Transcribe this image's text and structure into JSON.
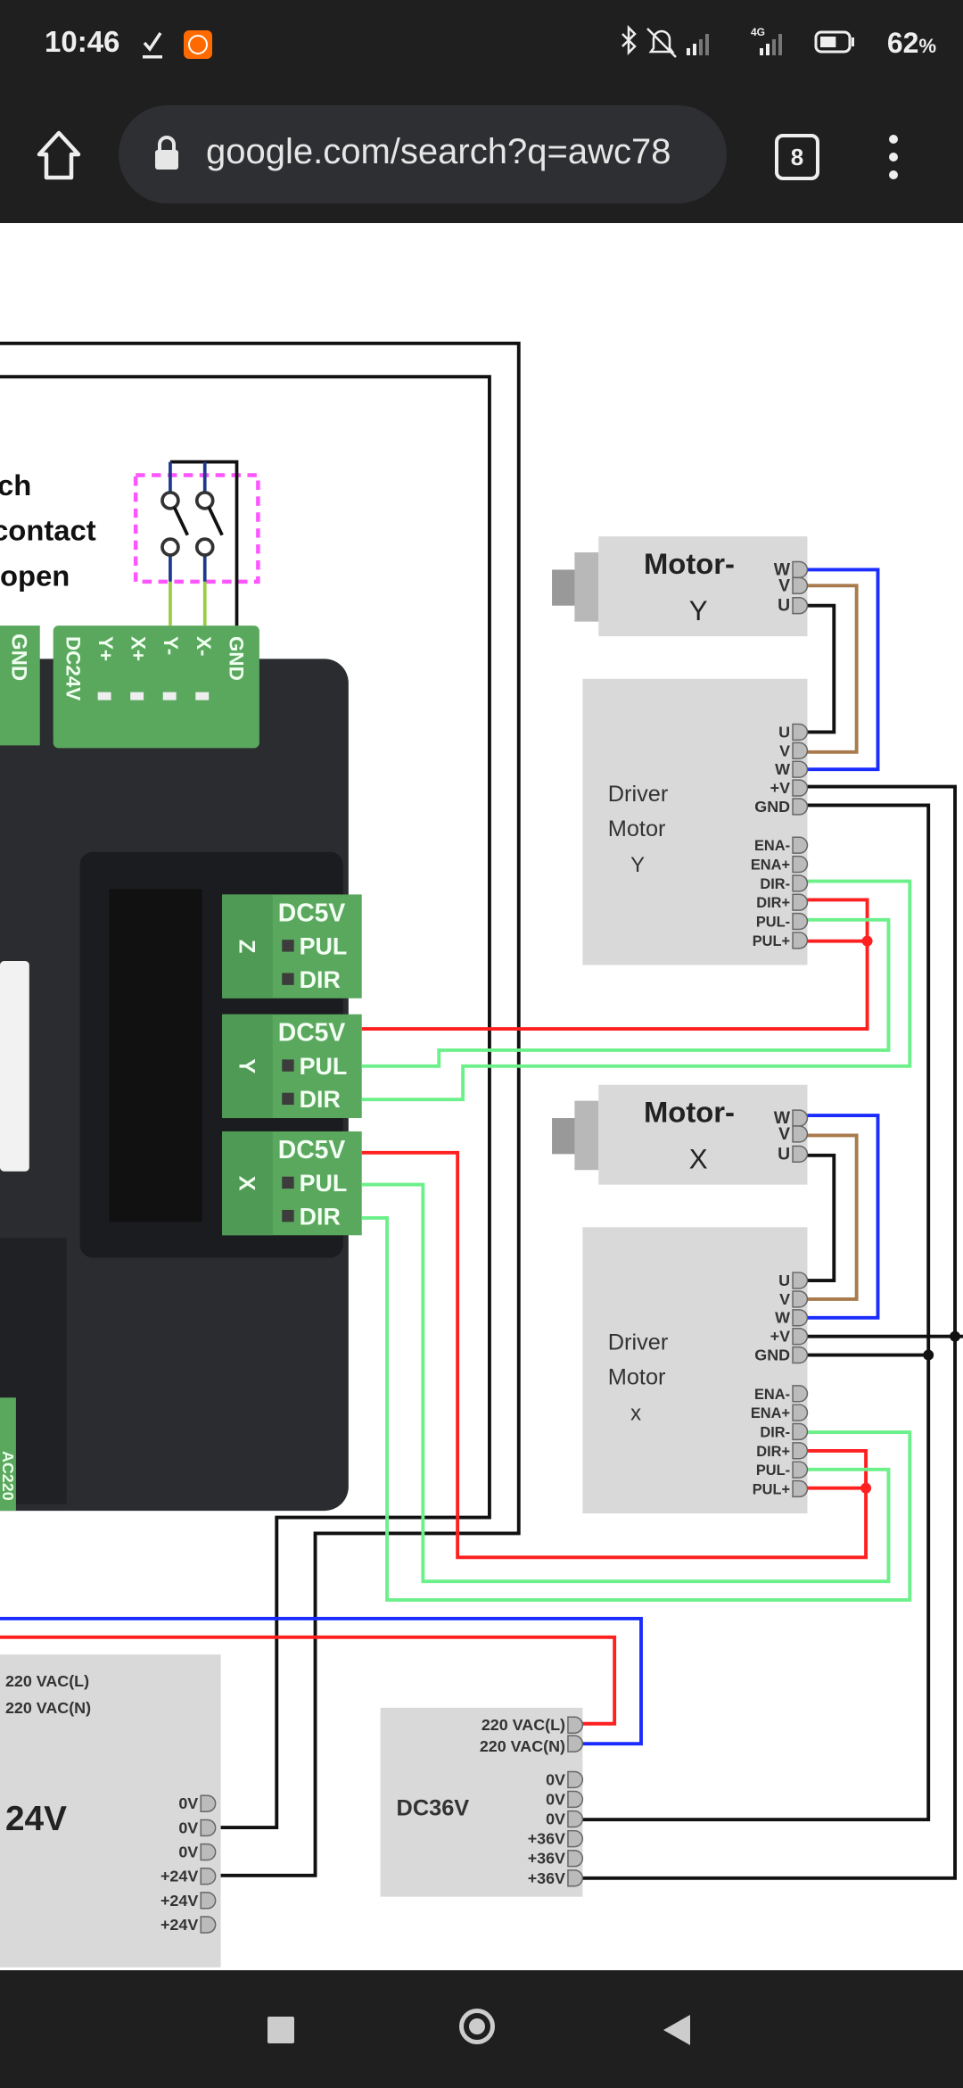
{
  "status_bar": {
    "time": "10:46",
    "battery_percent": "62",
    "battery_suffix": "%",
    "network": "4G",
    "battery_level": 0.62
  },
  "browser": {
    "url": "google.com/search?q=awc78",
    "tab_count": "8"
  },
  "diagram": {
    "left_text": [
      "ch",
      "contact",
      "open"
    ],
    "top_terminal_labels": [
      "DC24V",
      "Y+",
      "X+",
      "Y-",
      "X-",
      "GND"
    ],
    "left_partial_terminal": "GND",
    "bottom_left_terminal": "AC220",
    "axis_connectors": [
      {
        "axis": "Z",
        "pins": [
          "DC5V",
          "PUL",
          "DIR"
        ]
      },
      {
        "axis": "Y",
        "pins": [
          "DC5V",
          "PUL",
          "DIR"
        ]
      },
      {
        "axis": "X",
        "pins": [
          "DC5V",
          "PUL",
          "DIR"
        ]
      }
    ],
    "motor_y": {
      "title": "Motor-",
      "axis": "Y",
      "pins": [
        "W",
        "V",
        "U"
      ]
    },
    "motor_x": {
      "title": "Motor-",
      "axis": "X",
      "pins": [
        "W",
        "V",
        "U"
      ]
    },
    "driver_y": {
      "line1": "Driver",
      "line2": "Motor",
      "axis": "Y",
      "power_pins": [
        "U",
        "V",
        "W",
        "+V",
        "GND"
      ],
      "signal_pins": [
        "ENA-",
        "ENA+",
        "DIR-",
        "DIR+",
        "PUL-",
        "PUL+"
      ]
    },
    "driver_x": {
      "line1": "Driver",
      "line2": "Motor",
      "axis": "x",
      "power_pins": [
        "U",
        "V",
        "W",
        "+V",
        "GND"
      ],
      "signal_pins": [
        "ENA-",
        "ENA+",
        "DIR-",
        "DIR+",
        "PUL-",
        "PUL+"
      ]
    },
    "psu_24v": {
      "label": "24V",
      "ac_l": "220 VAC(L)",
      "ac_n": "220 VAC(N)",
      "outputs": [
        "0V",
        "0V",
        "0V",
        "+24V",
        "+24V",
        "+24V"
      ]
    },
    "psu_36v": {
      "label": "DC36V",
      "ac_l": "220 VAC(L)",
      "ac_n": "220 VAC(N)",
      "outputs": [
        "0V",
        "0V",
        "0V",
        "+36V",
        "+36V",
        "+36V"
      ]
    },
    "colors": {
      "red": "#ff2020",
      "green": "#6cf08a",
      "blue": "#1a2cff",
      "brown": "#a87a4c",
      "black": "#111111",
      "terminal_green": "#5aa85e",
      "box_gray": "#d9d9d9",
      "switch_box": "#ff55ff"
    }
  }
}
